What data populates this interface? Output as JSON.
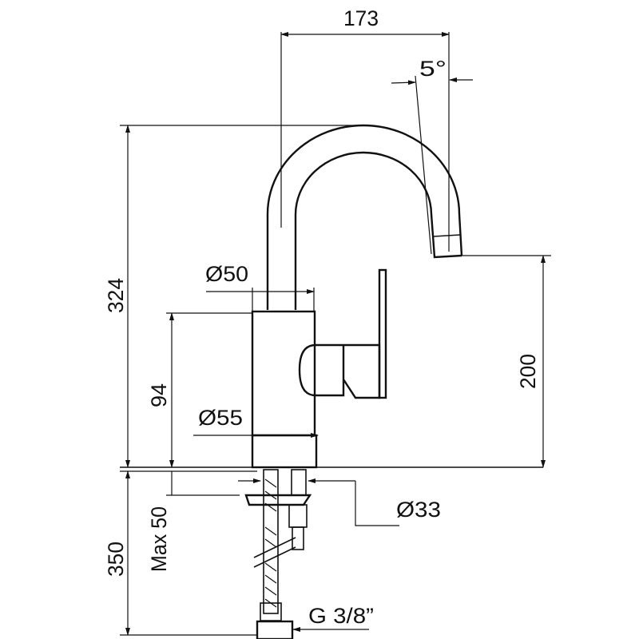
{
  "drawing": {
    "dimensions": {
      "spout_reach": "173",
      "spout_angle": "5°",
      "total_height": "324",
      "spout_diameter": "Ø50",
      "body_height": "94",
      "base_diameter": "Ø55",
      "outlet_height": "200",
      "max_deck_thickness": "Max 50",
      "hose_length": "350",
      "shank_diameter": "Ø33",
      "connection_thread": "G 3/8”"
    },
    "line_color": "#111111",
    "background_color": "#ffffff"
  }
}
